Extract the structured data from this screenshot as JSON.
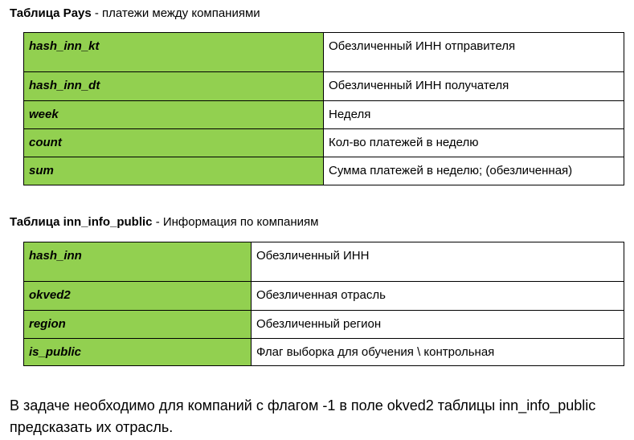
{
  "table1": {
    "title_bold": "Таблица Pays",
    "title_rest": " - платежи между компаниями",
    "rows": [
      {
        "key": "hash_inn_kt",
        "value": "Обезличенный ИНН отправителя"
      },
      {
        "key": "hash_inn_dt",
        "value": "Обезличенный ИНН получателя"
      },
      {
        "key": "week",
        "value": "Неделя"
      },
      {
        "key": "count",
        "value": "Кол-во платежей в неделю"
      },
      {
        "key": "sum",
        "value": "Сумма платежей в неделю; (обезличенная)"
      }
    ]
  },
  "table2": {
    "title_bold": "Таблица inn_info_public",
    "title_rest": " - Информация по компаниям",
    "rows": [
      {
        "key": "hash_inn",
        "value": "Обезличенный ИНН"
      },
      {
        "key": "okved2",
        "value": "Обезличенная отрасль"
      },
      {
        "key": "region",
        "value": "Обезличенный регион"
      },
      {
        "key": "is_public",
        "value": "Флаг выборка для обучения \\ контрольная"
      }
    ]
  },
  "task_text": "В задаче необходимо для компаний с флагом -1 в поле okved2 таблицы inn_info_public предсказать их отрасль."
}
